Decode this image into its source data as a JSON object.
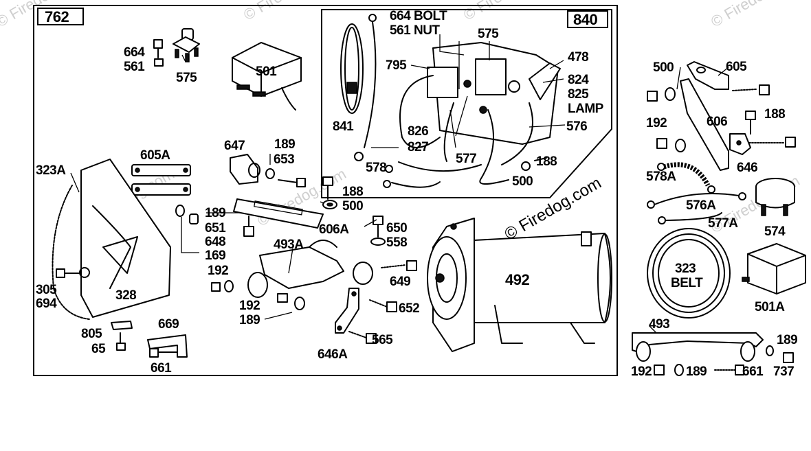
{
  "watermark": "© Firedog.com",
  "frames": {
    "main_tag": "762",
    "inset_tag": "840"
  },
  "labels": {
    "p664": "664",
    "p561": "561",
    "p575": "575",
    "p501": "501",
    "i664": "664 BOLT",
    "i561": "561 NUT",
    "i575": "575",
    "i478": "478",
    "i795": "795",
    "i824": "824",
    "i825": "825",
    "lamp": "LAMP",
    "i841": "841",
    "i826": "826",
    "i827": "827",
    "i576": "576",
    "i577": "577",
    "i578": "578",
    "i188": "188",
    "i500": "500",
    "p647": "647",
    "p189a": "189",
    "p653": "653",
    "p605A": "605A",
    "p323A": "323A",
    "p188": "188",
    "p500": "500",
    "p189b": "189",
    "p651": "651",
    "p648": "648",
    "p606A": "606A",
    "p169": "169",
    "p650": "650",
    "p558": "558",
    "p493A": "493A",
    "p192a": "192",
    "p649": "649",
    "p192b": "192",
    "p189c": "189",
    "p652": "652",
    "p305": "305",
    "p694": "694",
    "p328": "328",
    "p492": "492",
    "p669": "669",
    "p805": "805",
    "p65": "65",
    "p661": "661",
    "p646A": "646A",
    "p565": "565",
    "r500": "500",
    "r605": "605",
    "r192": "192",
    "r606": "606",
    "r188": "188",
    "r646": "646",
    "r578A": "578A",
    "r576A": "576A",
    "r577A": "577A",
    "r574": "574",
    "r323": "323",
    "belt": "BELT",
    "r501A": "501A",
    "r493": "493",
    "r189a": "189",
    "r192b": "192",
    "r189b": "189",
    "r661": "661",
    "r737": "737"
  }
}
